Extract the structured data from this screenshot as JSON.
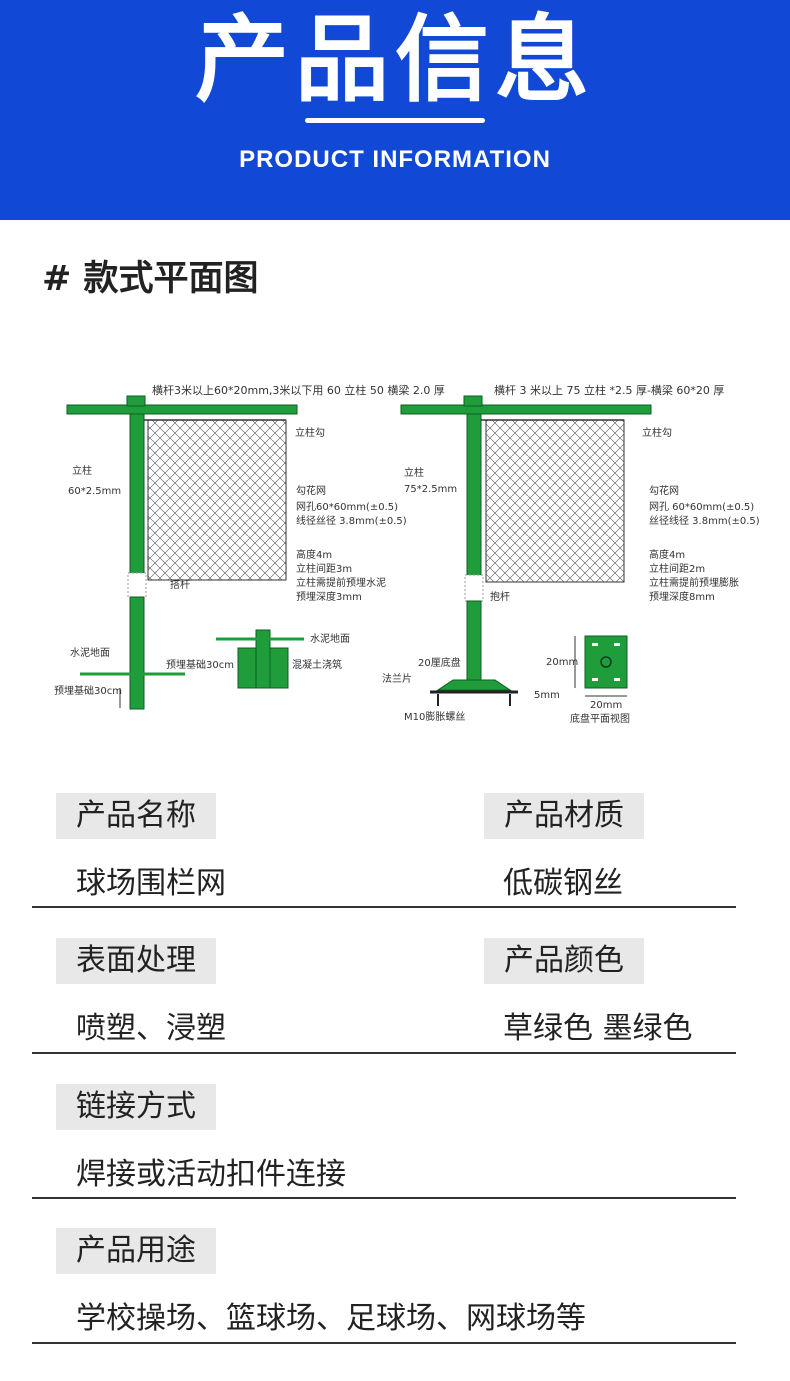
{
  "header": {
    "title": "产品信息",
    "subtitle": "PRODUCT INFORMATION"
  },
  "section": {
    "title": "# 款式平面图"
  },
  "drawing": {
    "left": {
      "top_label": "横杆3米以上60*20mm,3米以下用 60 立柱 50 横梁 2.0 厚",
      "hook": "立柱勾",
      "post_label": "立柱",
      "post_size": "60*2.5mm",
      "mesh_label": "勾花网",
      "mesh_hole": "网孔60*60mm(±0.5)",
      "mesh_wire": "线径丝径 3.8mm(±0.5)",
      "height": "高度4m",
      "spacing": "立柱间距3m",
      "note": "立柱需提前预埋水泥",
      "embed": "预埋深度3mm",
      "clamp": "搭杆",
      "ground": "水泥地面",
      "depth": "预埋基础30cm",
      "foundation": "预埋基础30cm",
      "ground2": "水泥地面",
      "concrete": "混凝土浇筑"
    },
    "right": {
      "top_label": "横杆 3 米以上 75 立柱 *2.5 厚-横梁 60*20 厚",
      "hook": "立柱勾",
      "post_label": "立柱",
      "post_size": "75*2.5mm",
      "mesh_label": "勾花网",
      "mesh_hole": "网孔 60*60mm(±0.5)",
      "mesh_wire": "丝径线径 3.8mm(±0.5)",
      "height": "高度4m",
      "spacing": "立柱间距2m",
      "note": "立柱需提前预埋膨胀",
      "embed": "预埋深度8mm",
      "clamp": "抱杆",
      "base": "20厘底盘",
      "plate": "法兰片",
      "bolt": "M10膨胀螺丝",
      "thick": "5mm",
      "dim1": "20mm",
      "dim2": "20mm",
      "plate_label": "底盘平面视图"
    }
  },
  "specs": [
    {
      "label": "产品名称",
      "value": "球场围栏网"
    },
    {
      "label": "产品材质",
      "value": "低碳钢丝"
    },
    {
      "label": "表面处理",
      "value": "喷塑、浸塑"
    },
    {
      "label": "产品颜色",
      "value": "草绿色 墨绿色"
    },
    {
      "label": "链接方式",
      "value": "焊接或活动扣件连接"
    },
    {
      "label": "产品用途",
      "value": "学校操场、篮球场、足球场、网球场等"
    }
  ],
  "colors": {
    "header_bg": "#1149d6",
    "post_green": "#1f9d3a",
    "tag_bg": "#e8e8e8"
  }
}
